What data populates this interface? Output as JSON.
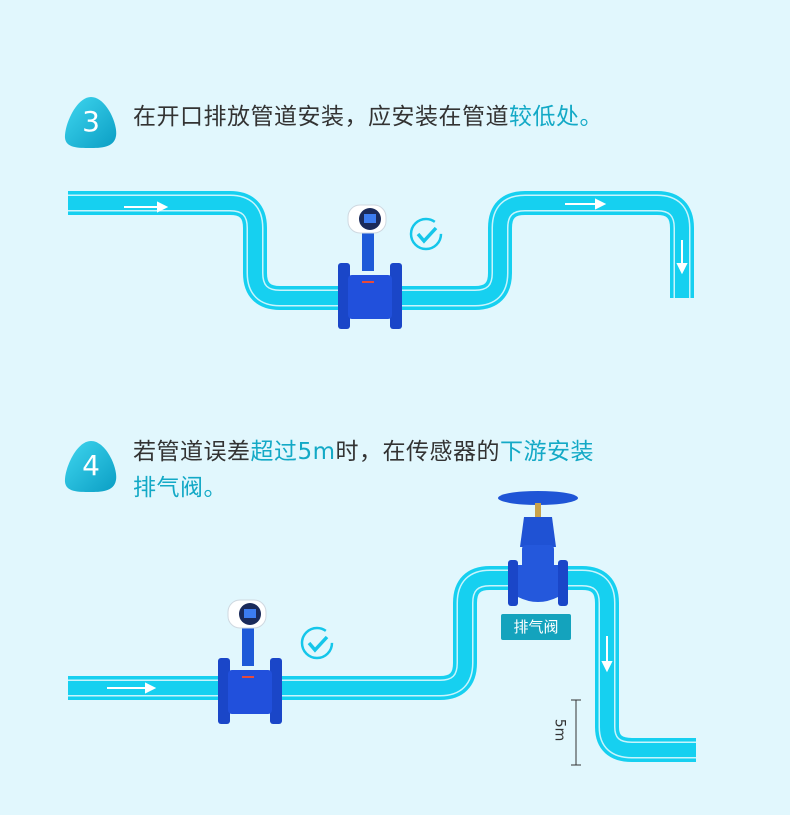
{
  "steps": [
    {
      "number": "3",
      "text": "在开口排放管道安装，应安装在管道",
      "highlight": "较低处",
      "end": "。"
    },
    {
      "number": "4",
      "text_a": "若管道误差",
      "highlight_a": "超过5m",
      "text_b": "时，在传感器的",
      "highlight_b": "下游安装",
      "line2": "排气阀",
      "end": "。"
    }
  ],
  "valve_label": "排气阀",
  "distance_label": "5m",
  "colors": {
    "pipe": "#16d0f0",
    "accent": "#13a9c6",
    "meter": "#1f4fd6",
    "background": "#e1f7fd"
  }
}
